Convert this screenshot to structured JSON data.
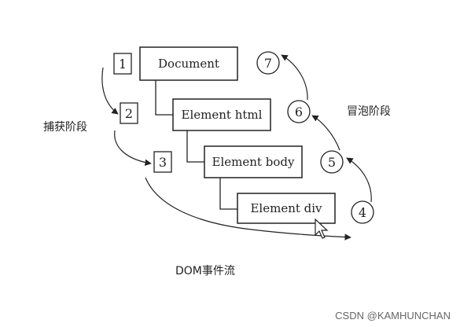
{
  "nodes": {
    "document": "Document",
    "html": "Element html",
    "body": "Element body",
    "div": "Element div"
  },
  "capture_steps": [
    "1",
    "2",
    "3"
  ],
  "bubble_steps": [
    "4",
    "5",
    "6",
    "7"
  ],
  "labels": {
    "capture_phase": "捕获阶段",
    "bubble_phase": "冒泡阶段",
    "caption": "DOM事件流"
  },
  "watermark": "CSDN @KAMHUNCHAN"
}
